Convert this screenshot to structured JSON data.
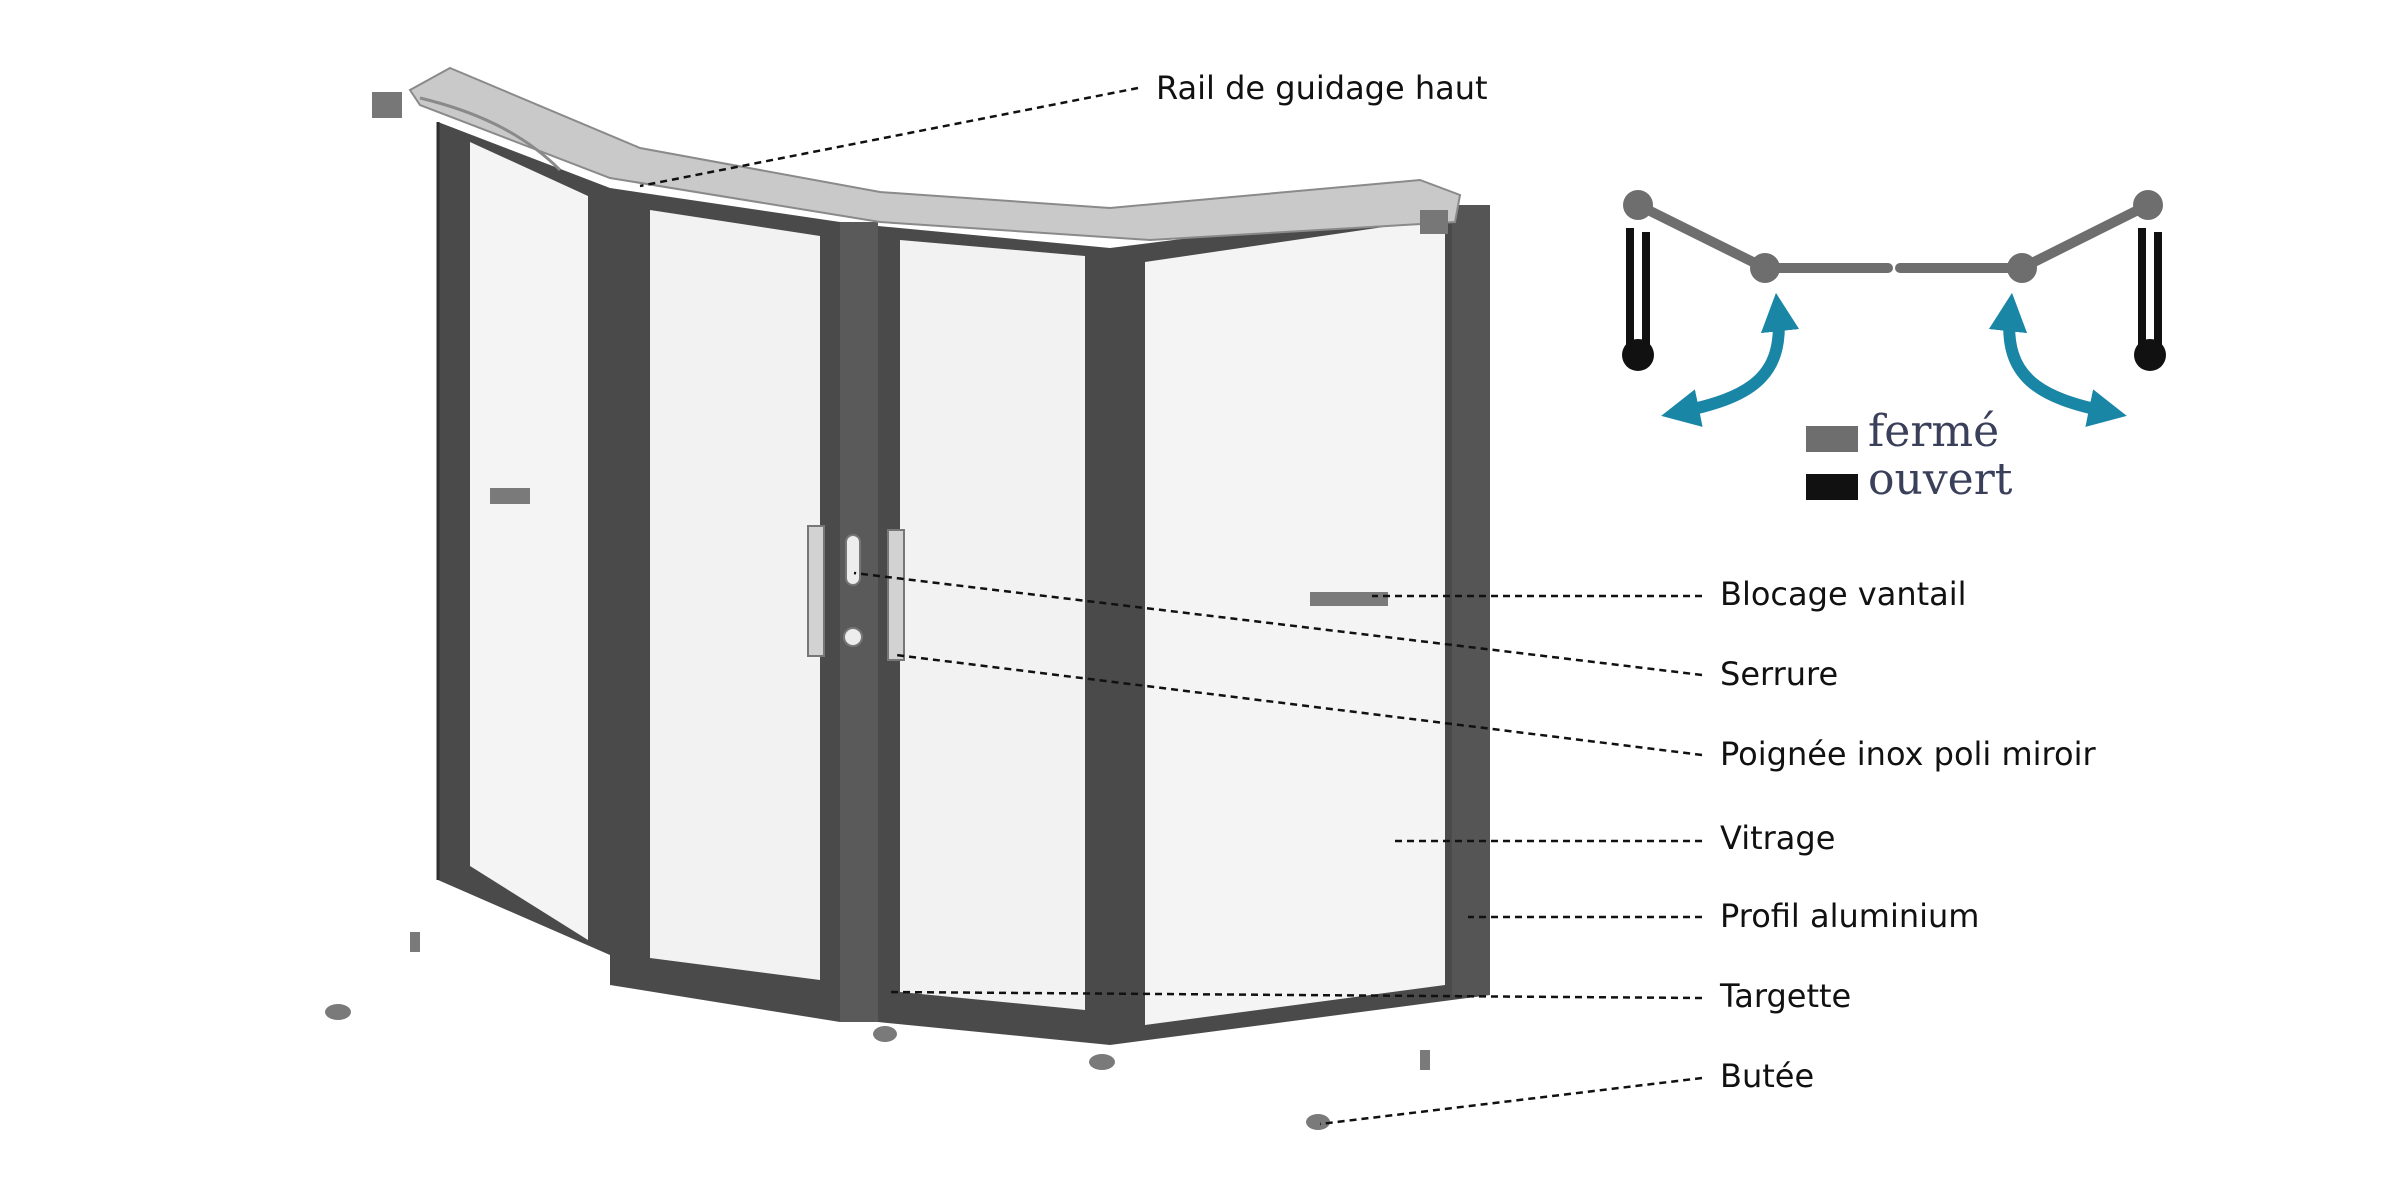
{
  "callouts": {
    "rail": "Rail de guidage haut",
    "blocage": "Blocage vantail",
    "serrure": "Serrure",
    "poignee": "Poignée inox poli miroir",
    "vitrage": "Vitrage",
    "profil": "Profil aluminium",
    "targette": "Targette",
    "butee": "Butée"
  },
  "legend": {
    "closed_label": "fermé",
    "closed_color": "#6e6e6e",
    "open_label": "ouvert",
    "open_color": "#111111"
  },
  "colors": {
    "frame": "#4a4a4a",
    "rail": "#c9c9c9",
    "glass": "#f4f4f4",
    "arrow": "#1a86a6"
  },
  "icons": [
    "arrow-icon",
    "hinge-dot-icon"
  ]
}
